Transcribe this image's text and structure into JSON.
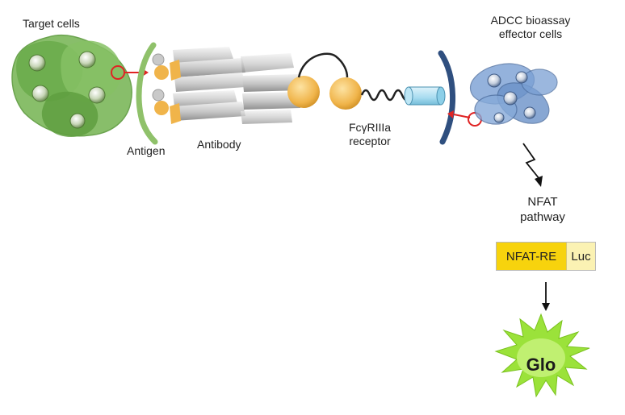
{
  "labels": {
    "target_cells": "Target cells",
    "antigen": "Antigen",
    "antibody": "Antibody",
    "receptor_line1": "FcγRIIIa",
    "receptor_line2": "receptor",
    "effector_line1": "ADCC bioassay",
    "effector_line2": "effector cells",
    "pathway_line1": "NFAT",
    "pathway_line2": "pathway",
    "reporter_element": "NFAT-RE",
    "reporter_gene": "Luc",
    "signal": "Glo"
  },
  "colors": {
    "target_cell": "#7cb85a",
    "antigen": "#8fc16a",
    "antibody": "#c9c9c9",
    "fc_domain": "#f0b44a",
    "effector_cell": "#7aa0d4",
    "receptor_tube": "#a8dcf0",
    "arrow_red": "#e02424",
    "reporter_element": "#f7d30d",
    "reporter_gene": "#fbf2b3",
    "glow": "#9be23a"
  }
}
